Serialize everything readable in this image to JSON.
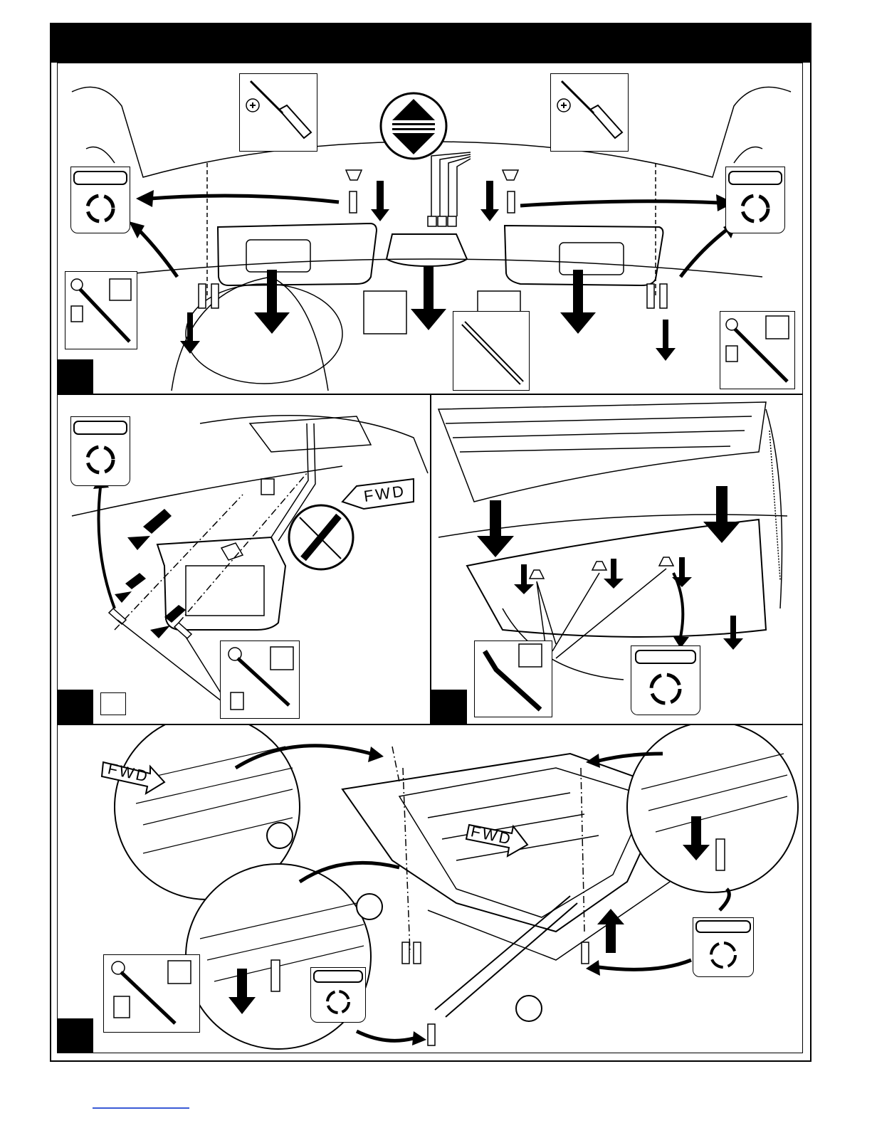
{
  "page": {
    "title": "",
    "panels": [
      {
        "id": "panel-1",
        "label": "",
        "step": ""
      },
      {
        "id": "panel-2",
        "label": "",
        "step": ""
      },
      {
        "id": "panel-3",
        "label": "",
        "step": ""
      },
      {
        "id": "panel-4",
        "label": "",
        "step": ""
      }
    ]
  },
  "labels": {
    "fwd_1": "FWD",
    "fwd_2": "FWD",
    "fwd_3": "FWD"
  },
  "icons": [
    "phillips-screwdriver-icon",
    "ratchet-socket-icon",
    "trim-tool-icon",
    "recycle-bin-icon",
    "up-down-arrows-icon",
    "diagonal-arrows-icon",
    "removal-arrow-icon"
  ],
  "colors": {
    "line": "#000000",
    "background": "#ffffff",
    "link": "#3b5bd6"
  }
}
